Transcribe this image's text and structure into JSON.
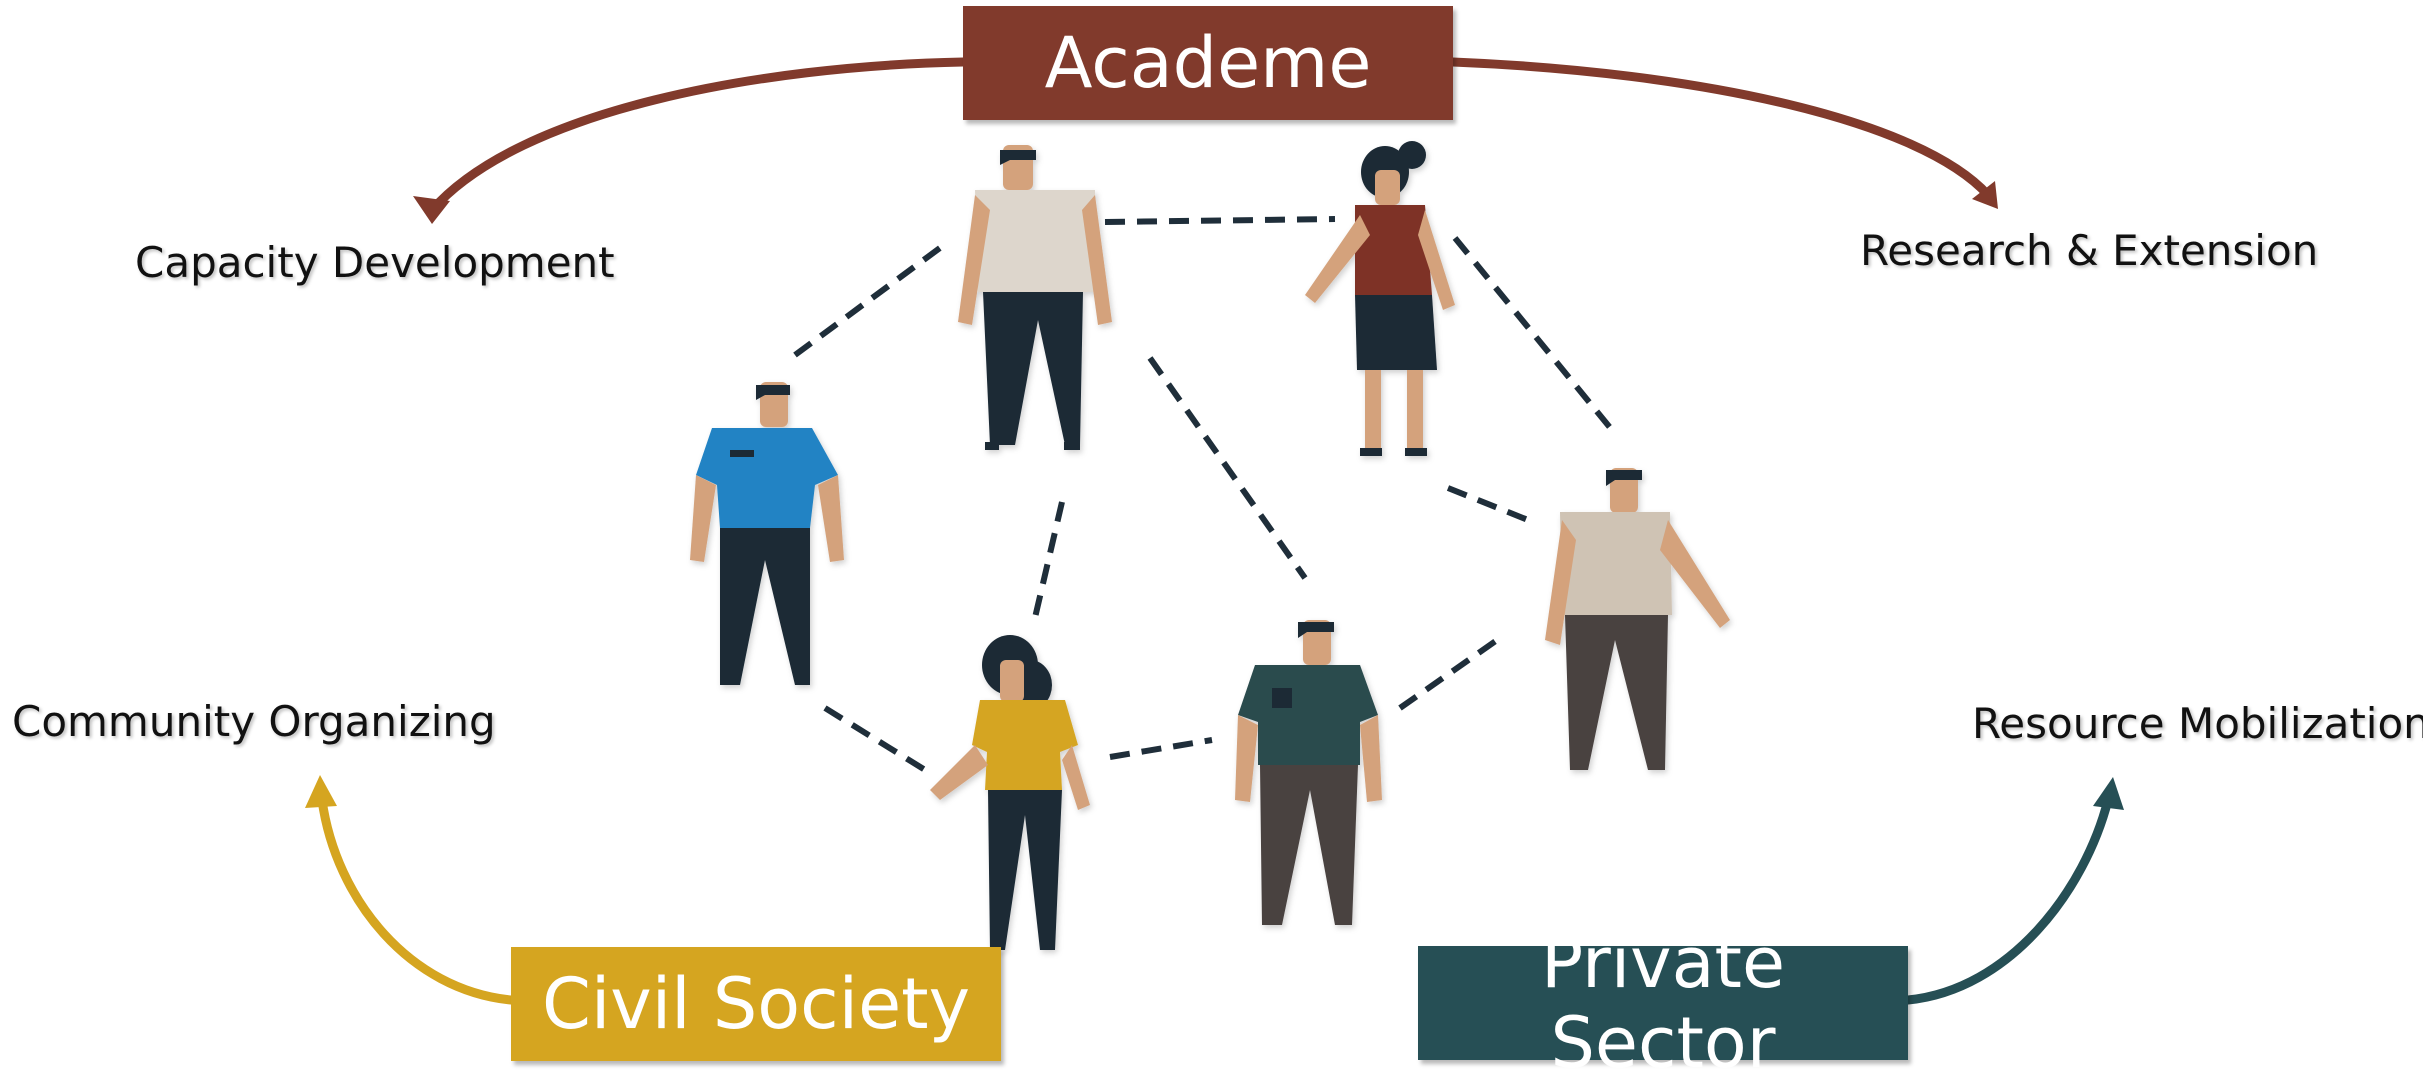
{
  "boxes": {
    "academe": {
      "label": "Academe",
      "color": "#813a2c"
    },
    "civil_society": {
      "label": "Civil Society",
      "color": "#d5a520"
    },
    "private_sector": {
      "line1": "Private",
      "line2": "Sector",
      "color": "#264f55"
    }
  },
  "labels": {
    "capacity_development": "Capacity Development",
    "research_extension": "Research & Extension",
    "community_organizing": "Community Organizing",
    "resource_mobilization": "Resource Mobilization"
  },
  "colors": {
    "dash_line": "#1f2e3a",
    "skin": "#d4a27c",
    "hair": "#1b2a36"
  },
  "people": [
    {
      "name": "person-white-shirt-man",
      "shirt": "#ddd6cc",
      "pants": "#1b2a36"
    },
    {
      "name": "person-red-top-woman",
      "shirt": "#7e3326",
      "pants": "#1b2a36"
    },
    {
      "name": "person-blue-shirt-man",
      "shirt": "#2483c4",
      "pants": "#1b2a36"
    },
    {
      "name": "person-beige-shirt-man",
      "shirt": "#cfc3b4",
      "pants": "#4a4240"
    },
    {
      "name": "person-yellow-shirt-woman",
      "shirt": "#d5a520",
      "pants": "#1b2a36"
    },
    {
      "name": "person-teal-shirt-man",
      "shirt": "#2b4b4e",
      "pants": "#4a4240"
    }
  ]
}
